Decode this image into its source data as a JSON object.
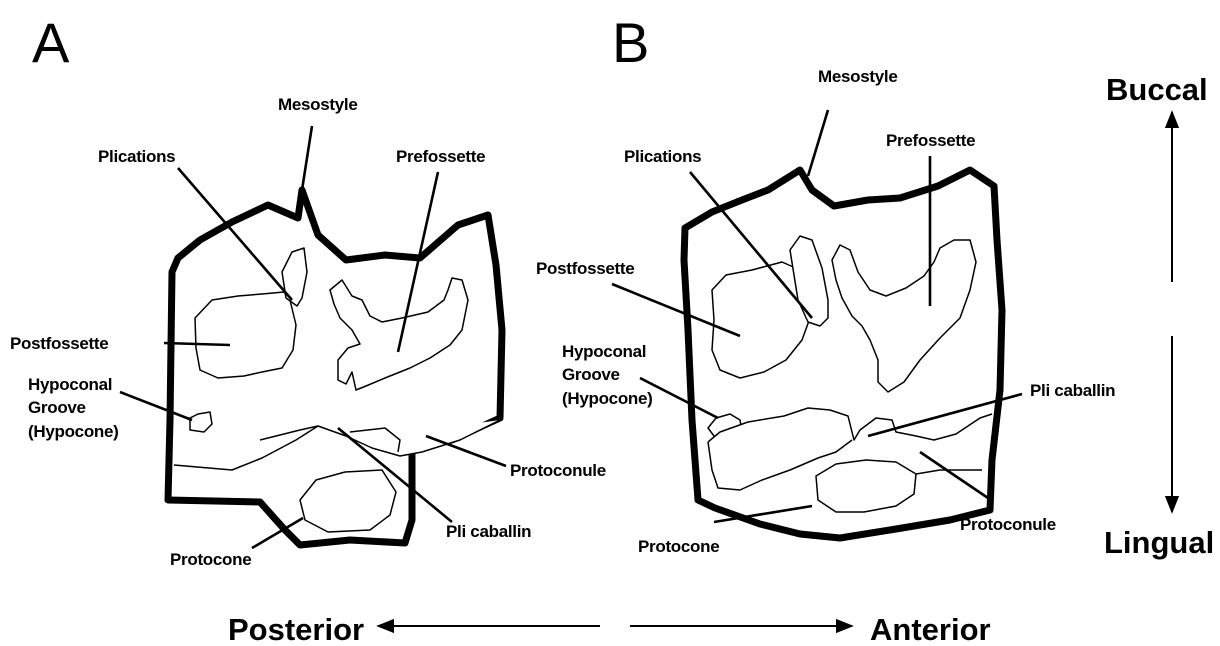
{
  "panels": {
    "a": {
      "letter": "A",
      "labels": {
        "mesostyle": "Mesostyle",
        "plications": "Plications",
        "prefossette": "Prefossette",
        "postfossette": "Postfossette",
        "hypoconal_1": "Hypoconal",
        "hypoconal_2": "Groove",
        "hypoconal_3": "(Hypocone)",
        "protoconule": "Protoconule",
        "pli_caballin": "Pli caballin",
        "protocone": "Protocone"
      }
    },
    "b": {
      "letter": "B",
      "labels": {
        "mesostyle": "Mesostyle",
        "prefossette": "Prefossette",
        "plications": "Plications",
        "postfossette": "Postfossette",
        "hypoconal_1": "Hypoconal",
        "hypoconal_2": "Groove",
        "hypoconal_3": "(Hypocone)",
        "pli_caballin": "Pli caballin",
        "protocone": "Protocone",
        "protoconule": "Protoconule"
      }
    }
  },
  "orientation": {
    "buccal": "Buccal",
    "lingual": "Lingual",
    "posterior": "Posterior",
    "anterior": "Anterior"
  }
}
